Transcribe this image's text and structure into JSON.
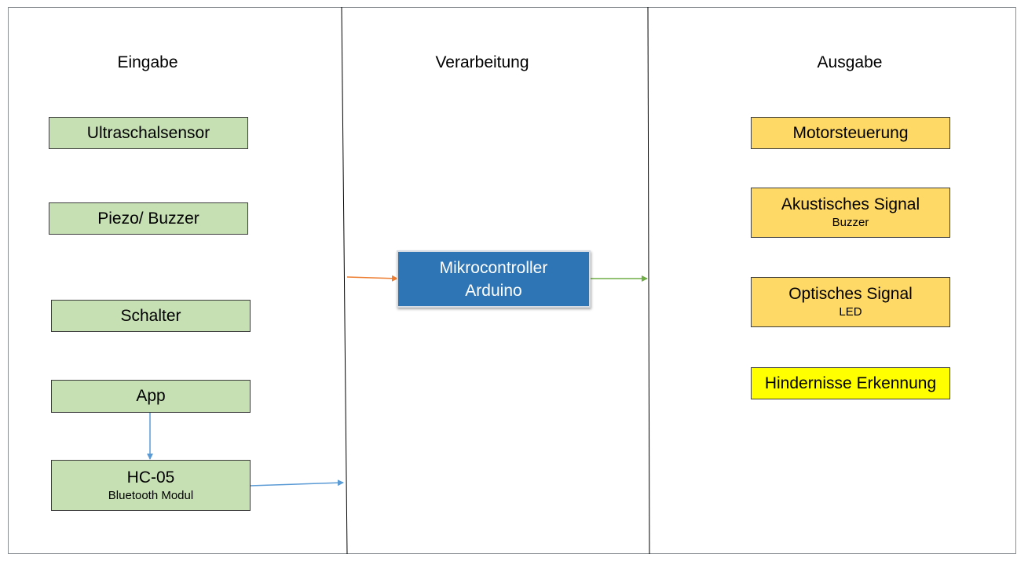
{
  "headings": {
    "input": "Eingabe",
    "processing": "Verarbeitung",
    "output": "Ausgabe"
  },
  "inputs": [
    {
      "label": "Ultraschalsensor"
    },
    {
      "label": "Piezo/ Buzzer"
    },
    {
      "label": "Schalter"
    },
    {
      "label": "App"
    },
    {
      "label": "HC-05",
      "sublabel": "Bluetooth Modul"
    }
  ],
  "processor": {
    "line1": "Mikrocontroller",
    "line2": "Arduino"
  },
  "outputs": [
    {
      "label": "Motorsteuerung"
    },
    {
      "label": "Akustisches Signal",
      "sublabel": "Buzzer"
    },
    {
      "label": "Optisches Signal",
      "sublabel": "LED"
    },
    {
      "label": "Hindernisse Erkennung"
    }
  ],
  "colors": {
    "input_fill": "#c6e0b4",
    "output_fill": "#ffd966",
    "highlight_fill": "#ffff00",
    "processor_fill": "#2e75b6",
    "arrow_orange": "#ed7d31",
    "arrow_green": "#70ad47",
    "arrow_blue": "#5b9bd5"
  }
}
